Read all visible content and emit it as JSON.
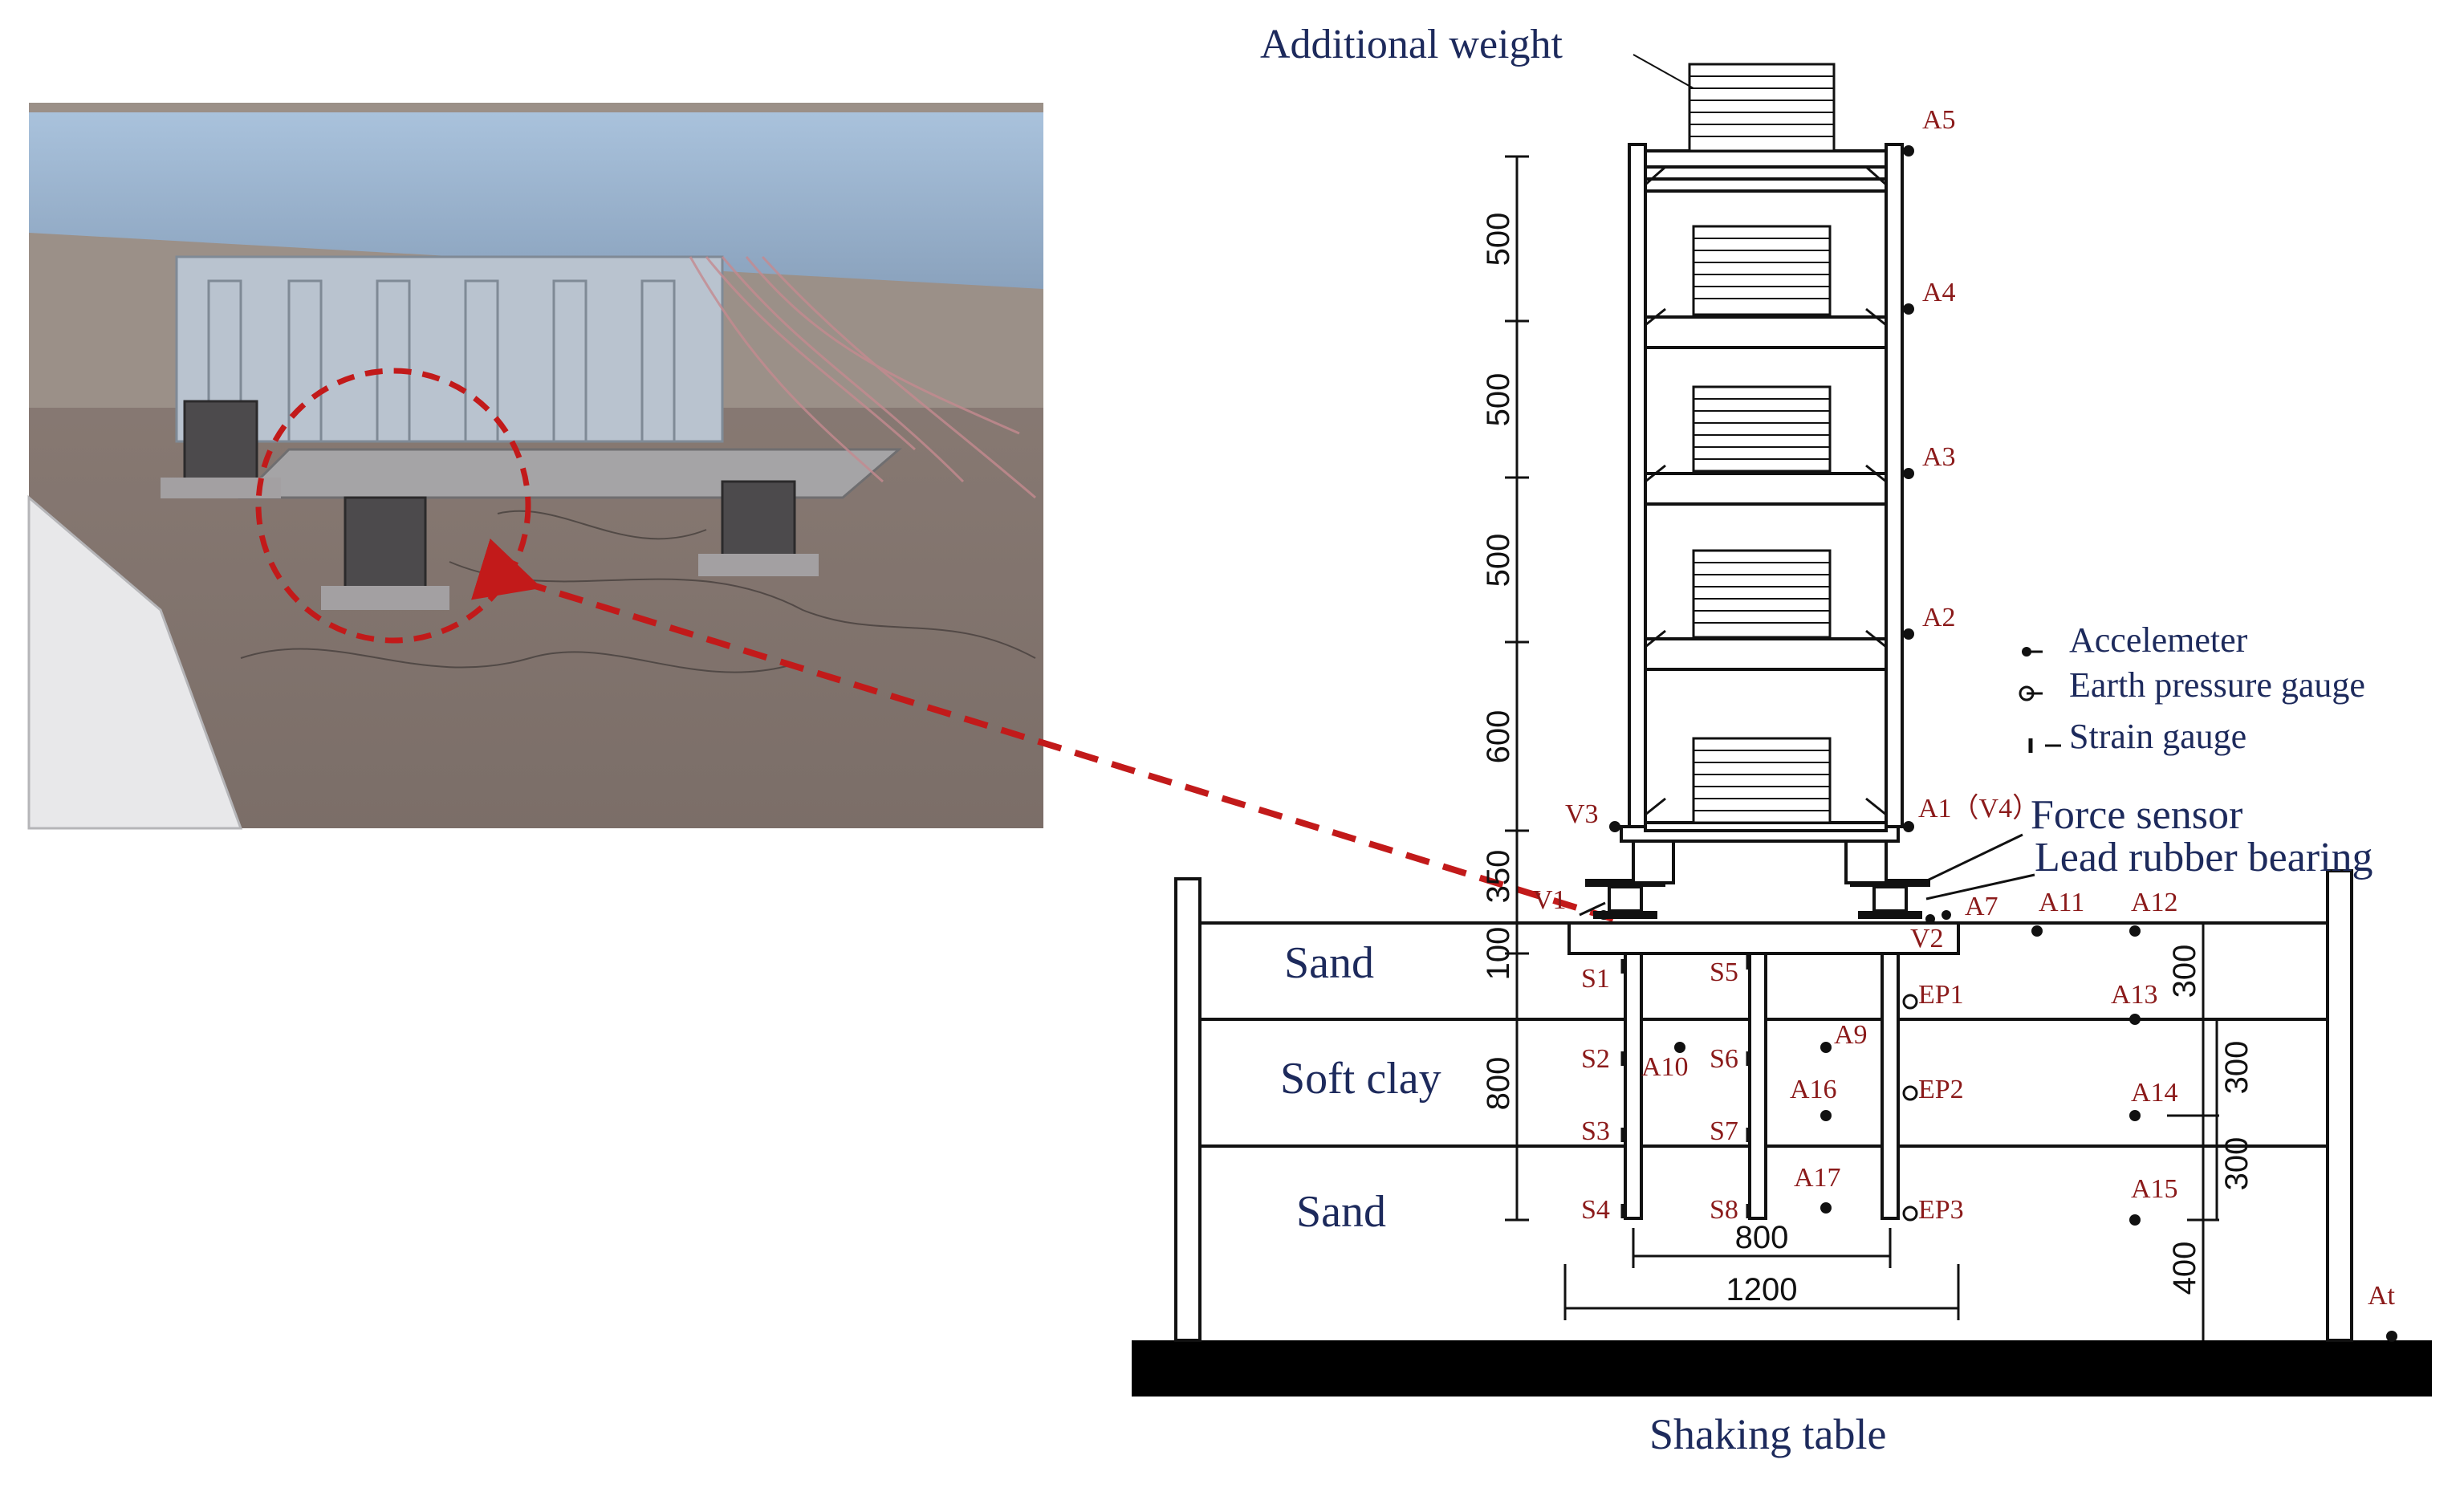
{
  "colors": {
    "ink": "#111111",
    "label": "#1d2a5c",
    "marker": "#8b1a1a",
    "pointer": "#c21a1a",
    "photo_bg": "#8a7f78"
  },
  "labels": {
    "additional_weight": "Additional weight",
    "shaking_table": "Shaking table",
    "force_sensor": "Force sensor",
    "lead_rubber_bearing": "Lead rubber bearing",
    "layer_sand_top": "Sand",
    "layer_soft_clay": "Soft clay",
    "layer_sand_bottom": "Sand"
  },
  "legend": {
    "accelerometer": "Accelemeter",
    "earth_pressure": "Earth pressure gauge",
    "strain": "Strain gauge"
  },
  "dimensions": {
    "d500_1": "500",
    "d500_2": "500",
    "d500_3": "500",
    "d600": "600",
    "d350": "350",
    "d100": "100",
    "d800v": "800",
    "d800h": "800",
    "d1200": "1200",
    "d300_1": "300",
    "d300_2": "300",
    "d300_3": "300",
    "d400": "400"
  },
  "markers": {
    "A1": "A1（V4）",
    "A2": "A2",
    "A3": "A3",
    "A4": "A4",
    "A5": "A5",
    "A7": "A7",
    "A9": "A9",
    "A10": "A10",
    "A11": "A11",
    "A12": "A12",
    "A13": "A13",
    "A14": "A14",
    "A15": "A15",
    "A16": "A16",
    "A17": "A17",
    "At": "At",
    "V1": "V1",
    "V2": "V2",
    "V3": "V3",
    "S1": "S1",
    "S2": "S2",
    "S3": "S3",
    "S4": "S4",
    "S5": "S5",
    "S6": "S6",
    "S7": "S7",
    "S8": "S8",
    "EP1": "EP1",
    "EP2": "EP2",
    "EP3": "EP3"
  },
  "photo": {
    "description_icon": "test-model-photo"
  }
}
